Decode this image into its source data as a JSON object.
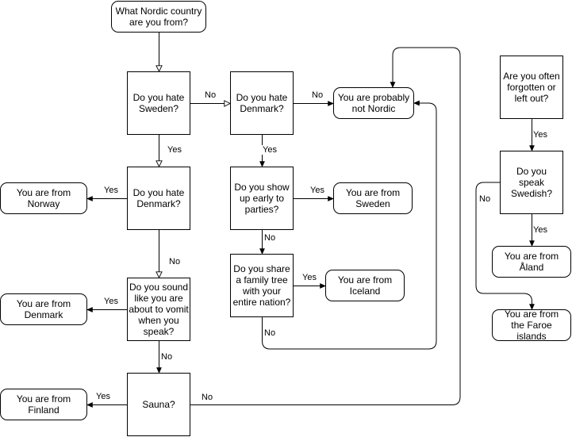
{
  "colors": {
    "line": "#000000",
    "fill": "#ffffff",
    "text": "#000000"
  },
  "nodes": {
    "start": "What Nordic country\nare you from?",
    "hate_sweden": "Do you hate\nSweden?",
    "hate_denmark_top": "Do you hate\nDenmark?",
    "not_nordic": "You are probably\nnot Nordic",
    "hate_denmark_mid": "Do you hate\nDenmark?",
    "norway": "You are from\nNorway",
    "early_parties": "Do you show\nup early to\nparties?",
    "sweden": "You are from\nSweden",
    "vomit": "Do you sound\nlike you are\nabout to vomit\nwhen you\nspeak?",
    "denmark": "You are from\nDenmark",
    "family_tree": "Do you share\na family tree\nwith your\nentire nation?",
    "iceland": "You are from\nIceland",
    "sauna": "Sauna?",
    "finland": "You are from\nFinland",
    "forgotten": "Are you often\nforgotten or\nleft out?",
    "speak_swedish": "Do you speak\nSwedish?",
    "aland": "You are from\nÅland",
    "faroe": "You are from\nthe Faroe\nislands"
  },
  "edge_labels": {
    "e_sweden_no": "No",
    "e_denmark_top_no": "No",
    "e_sweden_yes": "Yes",
    "e_denmark_top_yes": "Yes",
    "e_norway_yes": "Yes",
    "e_early_yes": "Yes",
    "e_denmark_mid_no": "No",
    "e_early_no": "No",
    "e_family_yes": "Yes",
    "e_vomit_yes": "Yes",
    "e_family_no": "No",
    "e_vomit_no": "No",
    "e_sauna_yes": "Yes",
    "e_sauna_no": "No",
    "e_forgotten_yes": "Yes",
    "e_swedish_yes": "Yes",
    "e_swedish_no": "No"
  }
}
